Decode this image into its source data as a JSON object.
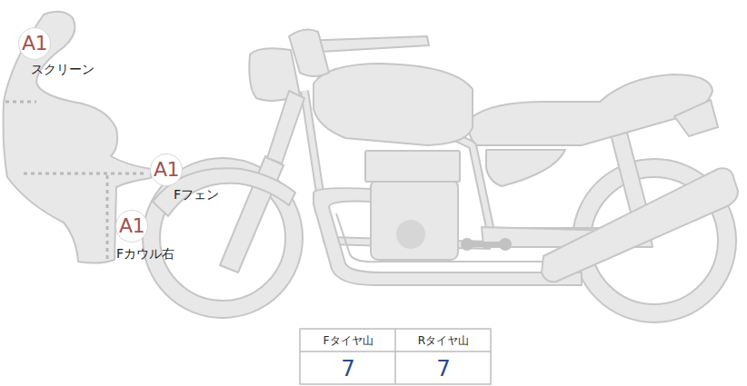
{
  "diagram": {
    "nodes": [
      {
        "text": [
          "A1",
          "スクリーン"
        ]
      },
      {
        "text": [
          "A1",
          "Fフェン"
        ]
      },
      {
        "text": [
          "A1",
          "Fカウル右"
        ]
      }
    ],
    "labels": [
      "Fタイヤ山",
      "Rタイヤ山",
      "7",
      "7"
    ]
  }
}
